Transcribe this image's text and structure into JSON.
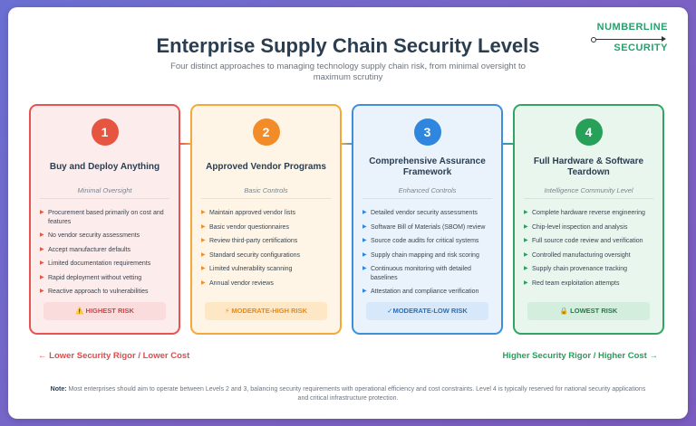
{
  "logo": {
    "line1": "NUMBERLINE",
    "line2": "SECURITY"
  },
  "header": {
    "title": "Enterprise Supply Chain Security Levels",
    "subtitle": "Four distinct approaches to managing technology supply chain risk, from minimal oversight to maximum scrutiny"
  },
  "levels": [
    {
      "number": "1",
      "title": "Buy and Deploy Anything",
      "subtitle": "Minimal Oversight",
      "items": [
        "Procurement based primarily on cost and features",
        "No vendor security assessments",
        "Accept manufacturer defaults",
        "Limited documentation requirements",
        "Rapid deployment without vetting",
        "Reactive approach to vulnerabilities"
      ],
      "badge_icon": "warning-icon",
      "badge_glyph": "⚠️",
      "badge": "HIGHEST RISK",
      "colors": {
        "border": "#e55353",
        "bg": "#fdecec",
        "accent": "#e5553f",
        "badge_bg": "#fbdcdc",
        "badge_text": "#d64040"
      }
    },
    {
      "number": "2",
      "title": "Approved Vendor Programs",
      "subtitle": "Basic Controls",
      "items": [
        "Maintain approved vendor lists",
        "Basic vendor questionnaires",
        "Review third-party certifications",
        "Standard security configurations",
        "Limited vulnerability scanning",
        "Annual vendor reviews"
      ],
      "badge_icon": "lightning-icon",
      "badge_glyph": "⚡",
      "badge": "MODERATE-HIGH RISK",
      "colors": {
        "border": "#f2a93b",
        "bg": "#fef5e6",
        "accent": "#f28c28",
        "badge_bg": "#fde7c4",
        "badge_text": "#e58a1f"
      }
    },
    {
      "number": "3",
      "title": "Comprehensive Assurance Framework",
      "subtitle": "Enhanced Controls",
      "items": [
        "Detailed vendor security assessments",
        "Software Bill of Materials (SBOM) review",
        "Source code audits for critical systems",
        "Supply chain mapping and risk scoring",
        "Continuous monitoring with detailed baselines",
        "Attestation and compliance verification"
      ],
      "badge_icon": "checkmark-icon",
      "badge_glyph": "✓",
      "badge": "MODERATE-LOW RISK",
      "colors": {
        "border": "#3f8fd8",
        "bg": "#eaf3fc",
        "accent": "#2e86de",
        "badge_bg": "#d6e8f9",
        "badge_text": "#2b6fb5"
      }
    },
    {
      "number": "4",
      "title": "Full Hardware & Software Teardown",
      "subtitle": "Intelligence Community Level",
      "items": [
        "Complete hardware reverse engineering",
        "Chip-level inspection and analysis",
        "Full source code review and verification",
        "Controlled manufacturing oversight",
        "Supply chain provenance tracking",
        "Red team exploitation attempts"
      ],
      "badge_icon": "lock-icon",
      "badge_glyph": "🔒",
      "badge": "LOWEST RISK",
      "colors": {
        "border": "#34a465",
        "bg": "#e9f6ee",
        "accent": "#27a05a",
        "badge_bg": "#d3eedd",
        "badge_text": "#237a47"
      }
    }
  ],
  "axis": {
    "left": "← Lower Security Rigor / Lower Cost",
    "right": "Higher Security Rigor / Higher Cost →"
  },
  "note": {
    "label": "Note:",
    "text": " Most enterprises should aim to operate between Levels 2 and 3, balancing security requirements with operational efficiency and cost constraints. Level 4 is typically reserved for national security applications and critical infrastructure protection."
  }
}
